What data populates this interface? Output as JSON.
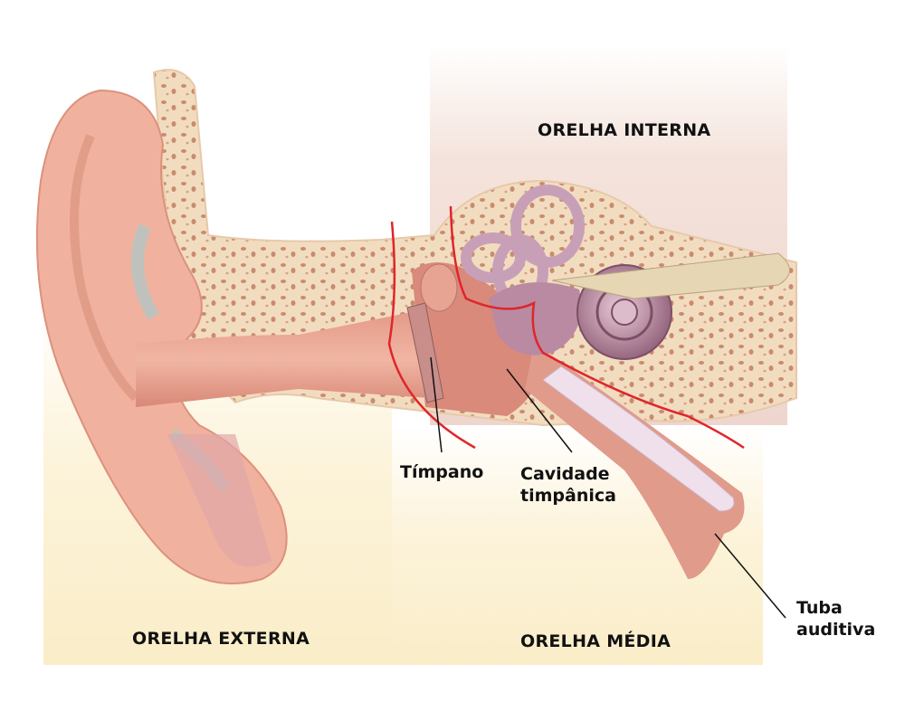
{
  "labels": {
    "inner_ear": "ORELHA INTERNA",
    "outer_ear": "ORELHA EXTERNA",
    "middle_ear": "ORELHA MÉDIA",
    "eardrum": "Tímpano",
    "tympanic_cavity_line1": "Cavidade",
    "tympanic_cavity_line2": "timpânica",
    "auditory_tube_line1": "Tuba",
    "auditory_tube_line2": "auditiva"
  },
  "colors": {
    "boundary_lines": "#e0252b",
    "inner_panel": "#f1ddd6",
    "outer_panel": "#fbf0cf",
    "skin": "#efb4a0",
    "bone": "#f3dcc0",
    "labyrinth": "#c8a2b8"
  }
}
